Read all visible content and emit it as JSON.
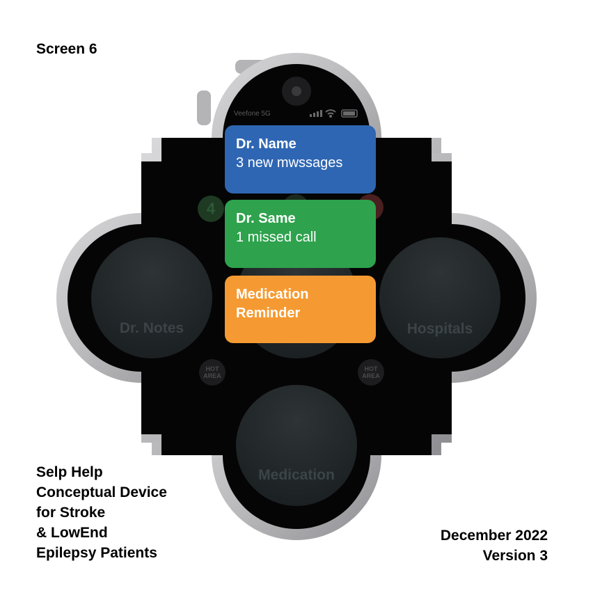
{
  "screen_label": "Screen 6",
  "description_lines": [
    "Selp Help",
    "Conceptual Device",
    "for Stroke",
    "& LowEnd",
    "Epilepsy Patients"
  ],
  "date": "December 2022",
  "version": "Version 3",
  "device": {
    "status_bar": {
      "carrier": "Veefone 5G",
      "icons": [
        "signal-bars-icon",
        "wifi-icon",
        "battery-icon"
      ]
    },
    "notifications": [
      {
        "title": "Dr. Name",
        "subtitle": "3 new mwssages",
        "color": "#2f66b3"
      },
      {
        "title": "Dr. Same",
        "subtitle": "1 missed call",
        "color": "#2ea24d"
      },
      {
        "title": "Medication",
        "subtitle": "Reminder",
        "color": "#f59a32"
      }
    ],
    "badge_count": "4",
    "buttons": {
      "left": "Dr. Notes",
      "right": "Hospitals",
      "bottom": "Medication"
    },
    "hot_area_label": [
      "HOT",
      "AREA"
    ]
  }
}
